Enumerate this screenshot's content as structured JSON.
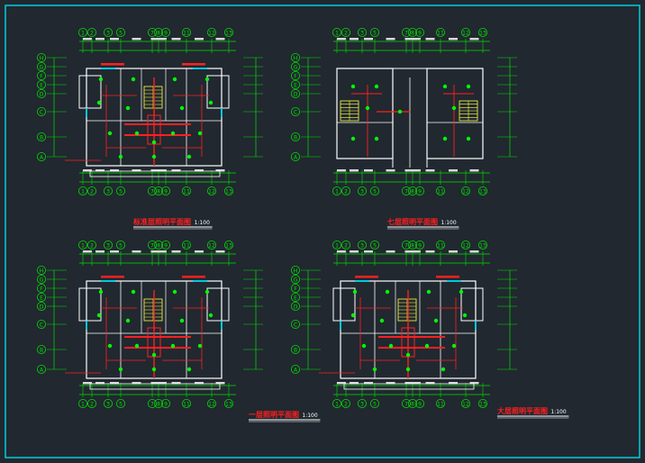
{
  "colors": {
    "background": "#212830",
    "frame": "#00d8e8",
    "grid": "#00e000",
    "walls": "#ffffff",
    "wiring": "#ff2020",
    "fixtures": "#00ff00",
    "windows": "#00c8e0",
    "stairs": "#ffff40",
    "title_underline": "#ffffff"
  },
  "plans": [
    {
      "id": "standard",
      "title": "标准层照明平面图",
      "scale": "1:100",
      "variant": "full"
    },
    {
      "id": "seventh",
      "title": "七层照明平面图",
      "scale": "1:100",
      "variant": "upper"
    },
    {
      "id": "first",
      "title": "一层照明平面图",
      "scale": "1:100",
      "variant": "full"
    },
    {
      "id": "big",
      "title": "大层照明平面图",
      "scale": "1:100",
      "variant": "full"
    }
  ],
  "axis_labels": {
    "bottom": [
      "1",
      "2",
      "3",
      "5",
      "7",
      "8",
      "9",
      "11",
      "12",
      "13"
    ],
    "top": [
      "1",
      "2",
      "3",
      "5",
      "7",
      "8",
      "9",
      "11",
      "12",
      "13"
    ],
    "left": [
      "H",
      "G",
      "F",
      "E",
      "D",
      "C",
      "B",
      "A"
    ]
  }
}
